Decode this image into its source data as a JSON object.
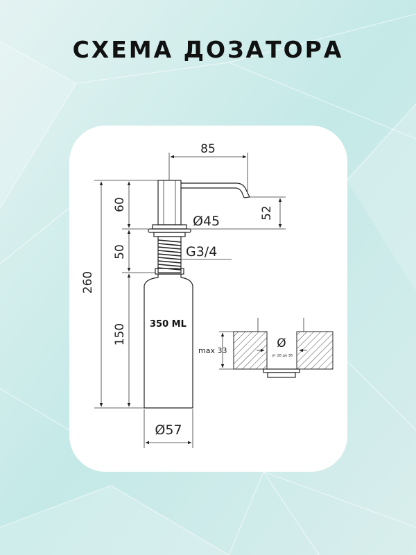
{
  "title": "СХЕМА ДОЗАТОРА",
  "colors": {
    "background": "#cfeceb",
    "card": "#ffffff",
    "ink": "#222222"
  },
  "dimensions": {
    "spout_reach": "85",
    "spout_height": "52",
    "head_height": "60",
    "thread_height": "50",
    "total_height": "260",
    "bottle_height": "150",
    "flange_diameter": "Ø45",
    "thread": "G3/4",
    "bottle_diameter": "Ø57"
  },
  "bottle_label": "350 ML",
  "mounting": {
    "max_thickness": "max 33",
    "hole_symbol": "Ø",
    "hole_range": "от 28 до 38"
  }
}
